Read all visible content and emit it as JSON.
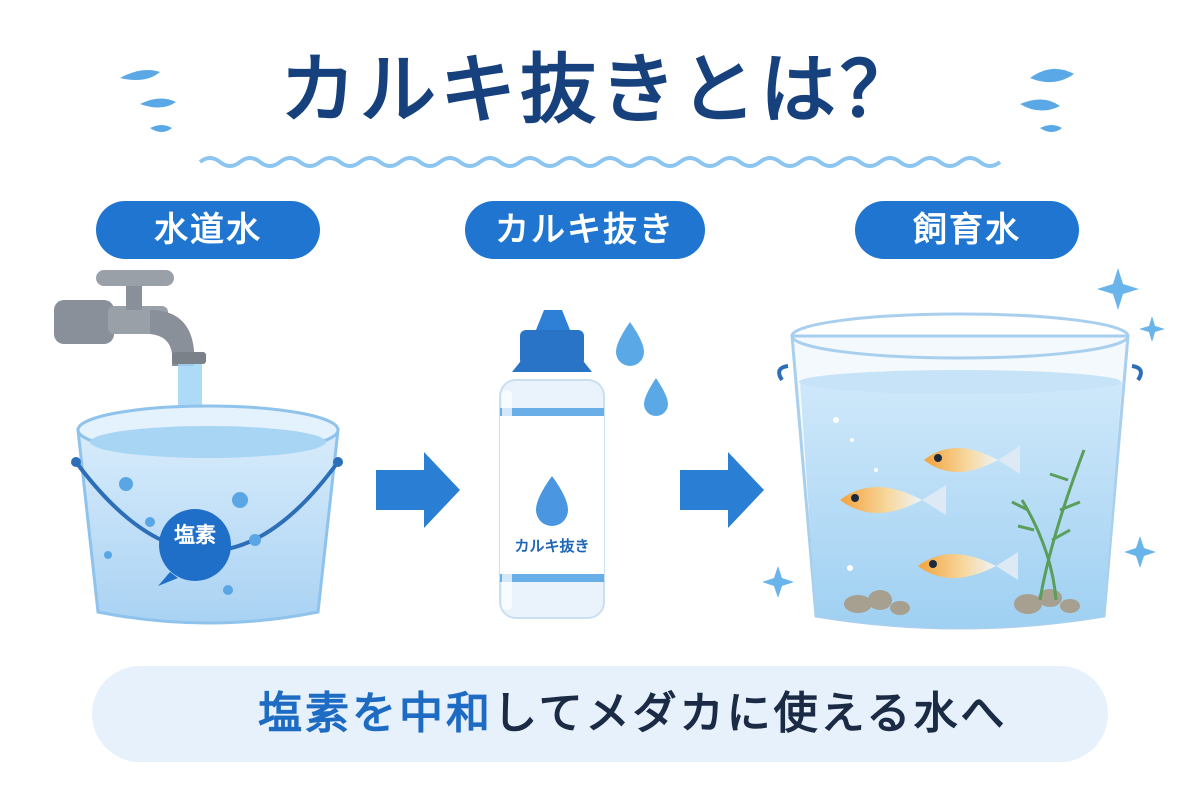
{
  "title": "カルキ抜きとは？",
  "steps": [
    {
      "label": "水道水"
    },
    {
      "label": "カルキ抜き"
    },
    {
      "label": "飼育水"
    }
  ],
  "chlorine_label": "塩素",
  "bottle_label": "カルキ抜き",
  "message": {
    "highlight": "塩素を中和",
    "rest": "してメダカに使える水へ"
  },
  "colors": {
    "title": "#16417c",
    "pill": "#1f75cf",
    "arrow": "#2a7fd4",
    "banner": "#e6f1fb",
    "water": "#bfe0f8"
  },
  "icons": [
    "splash-icon",
    "water-drop-icon",
    "arrow-right-icon",
    "sparkle-icon",
    "faucet-icon",
    "bucket-icon",
    "fish-icon"
  ]
}
